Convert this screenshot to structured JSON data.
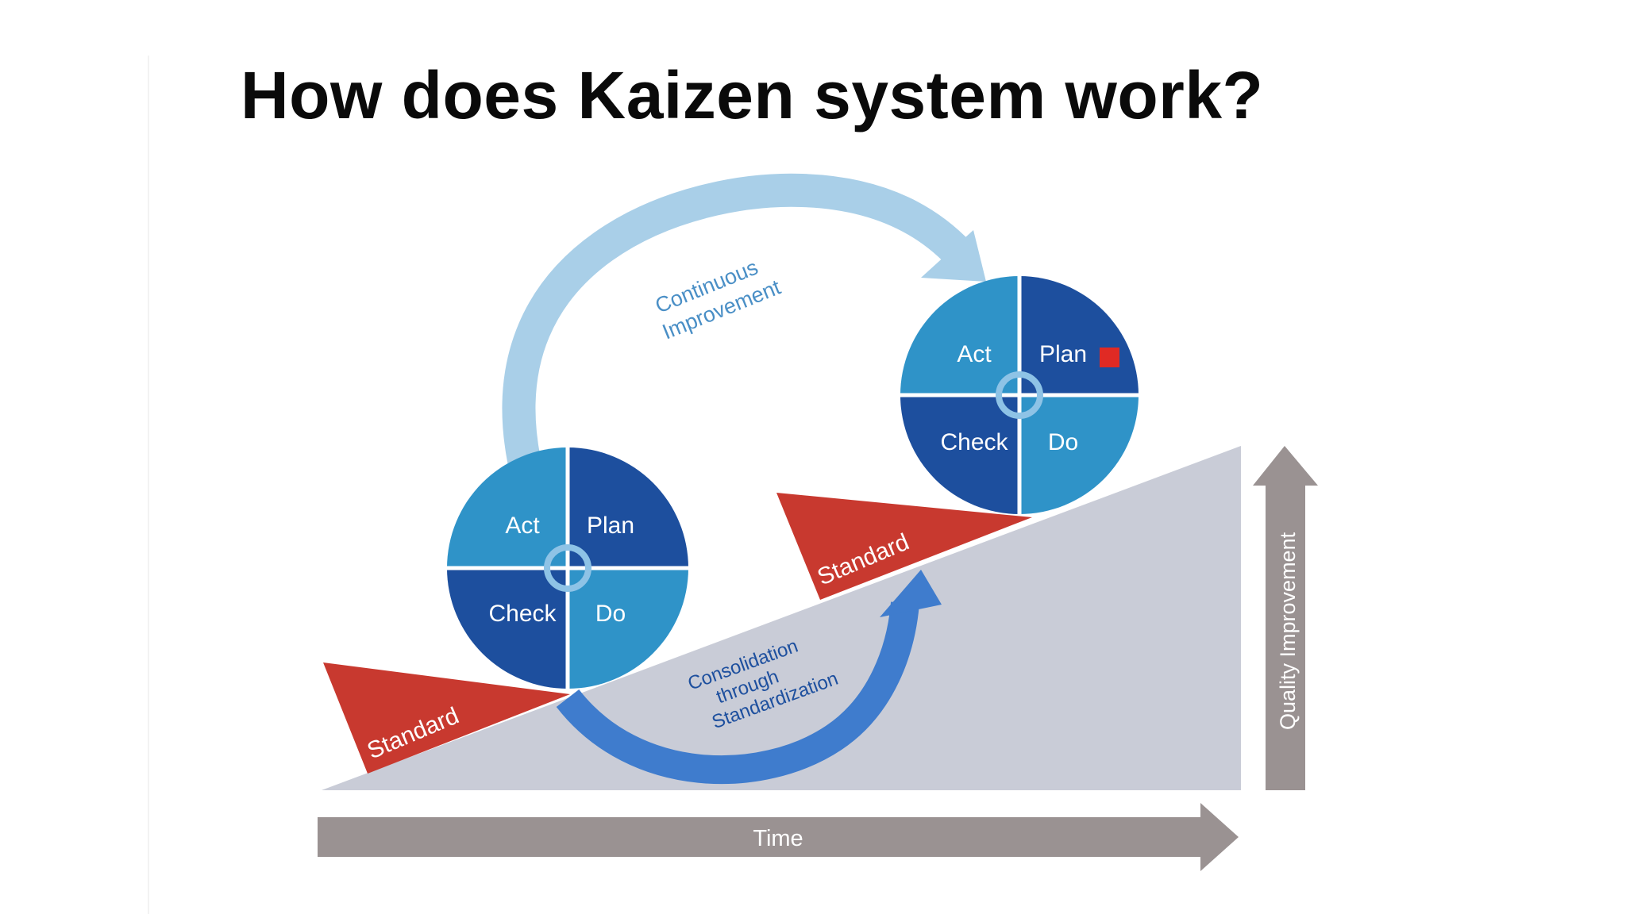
{
  "title": "How does Kaizen system work?",
  "diagram": {
    "cycle_left": {
      "act": "Act",
      "plan": "Plan",
      "check": "Check",
      "do": "Do"
    },
    "cycle_right": {
      "act": "Act",
      "plan": "Plan",
      "check": "Check",
      "do": "Do"
    },
    "standard_left": "Standard",
    "standard_right": "Standard",
    "continuous_improvement": [
      "Continuous",
      "Improvement"
    ],
    "consolidation": [
      "Consolidation",
      "through",
      "Standardization"
    ],
    "time_axis": "Time",
    "quality_axis": "Quality Improvement"
  },
  "colors": {
    "quadrant_light": "#2f93c8",
    "quadrant_dark": "#1d4f9e",
    "standard_red": "#c8392f",
    "ramp_gray": "#c9ccd7",
    "continuous_arrow": "#a9cfe8",
    "consolidation_arrow": "#3f7ccd",
    "axis_gray": "#9a9292",
    "marker_red": "#e02a24"
  }
}
